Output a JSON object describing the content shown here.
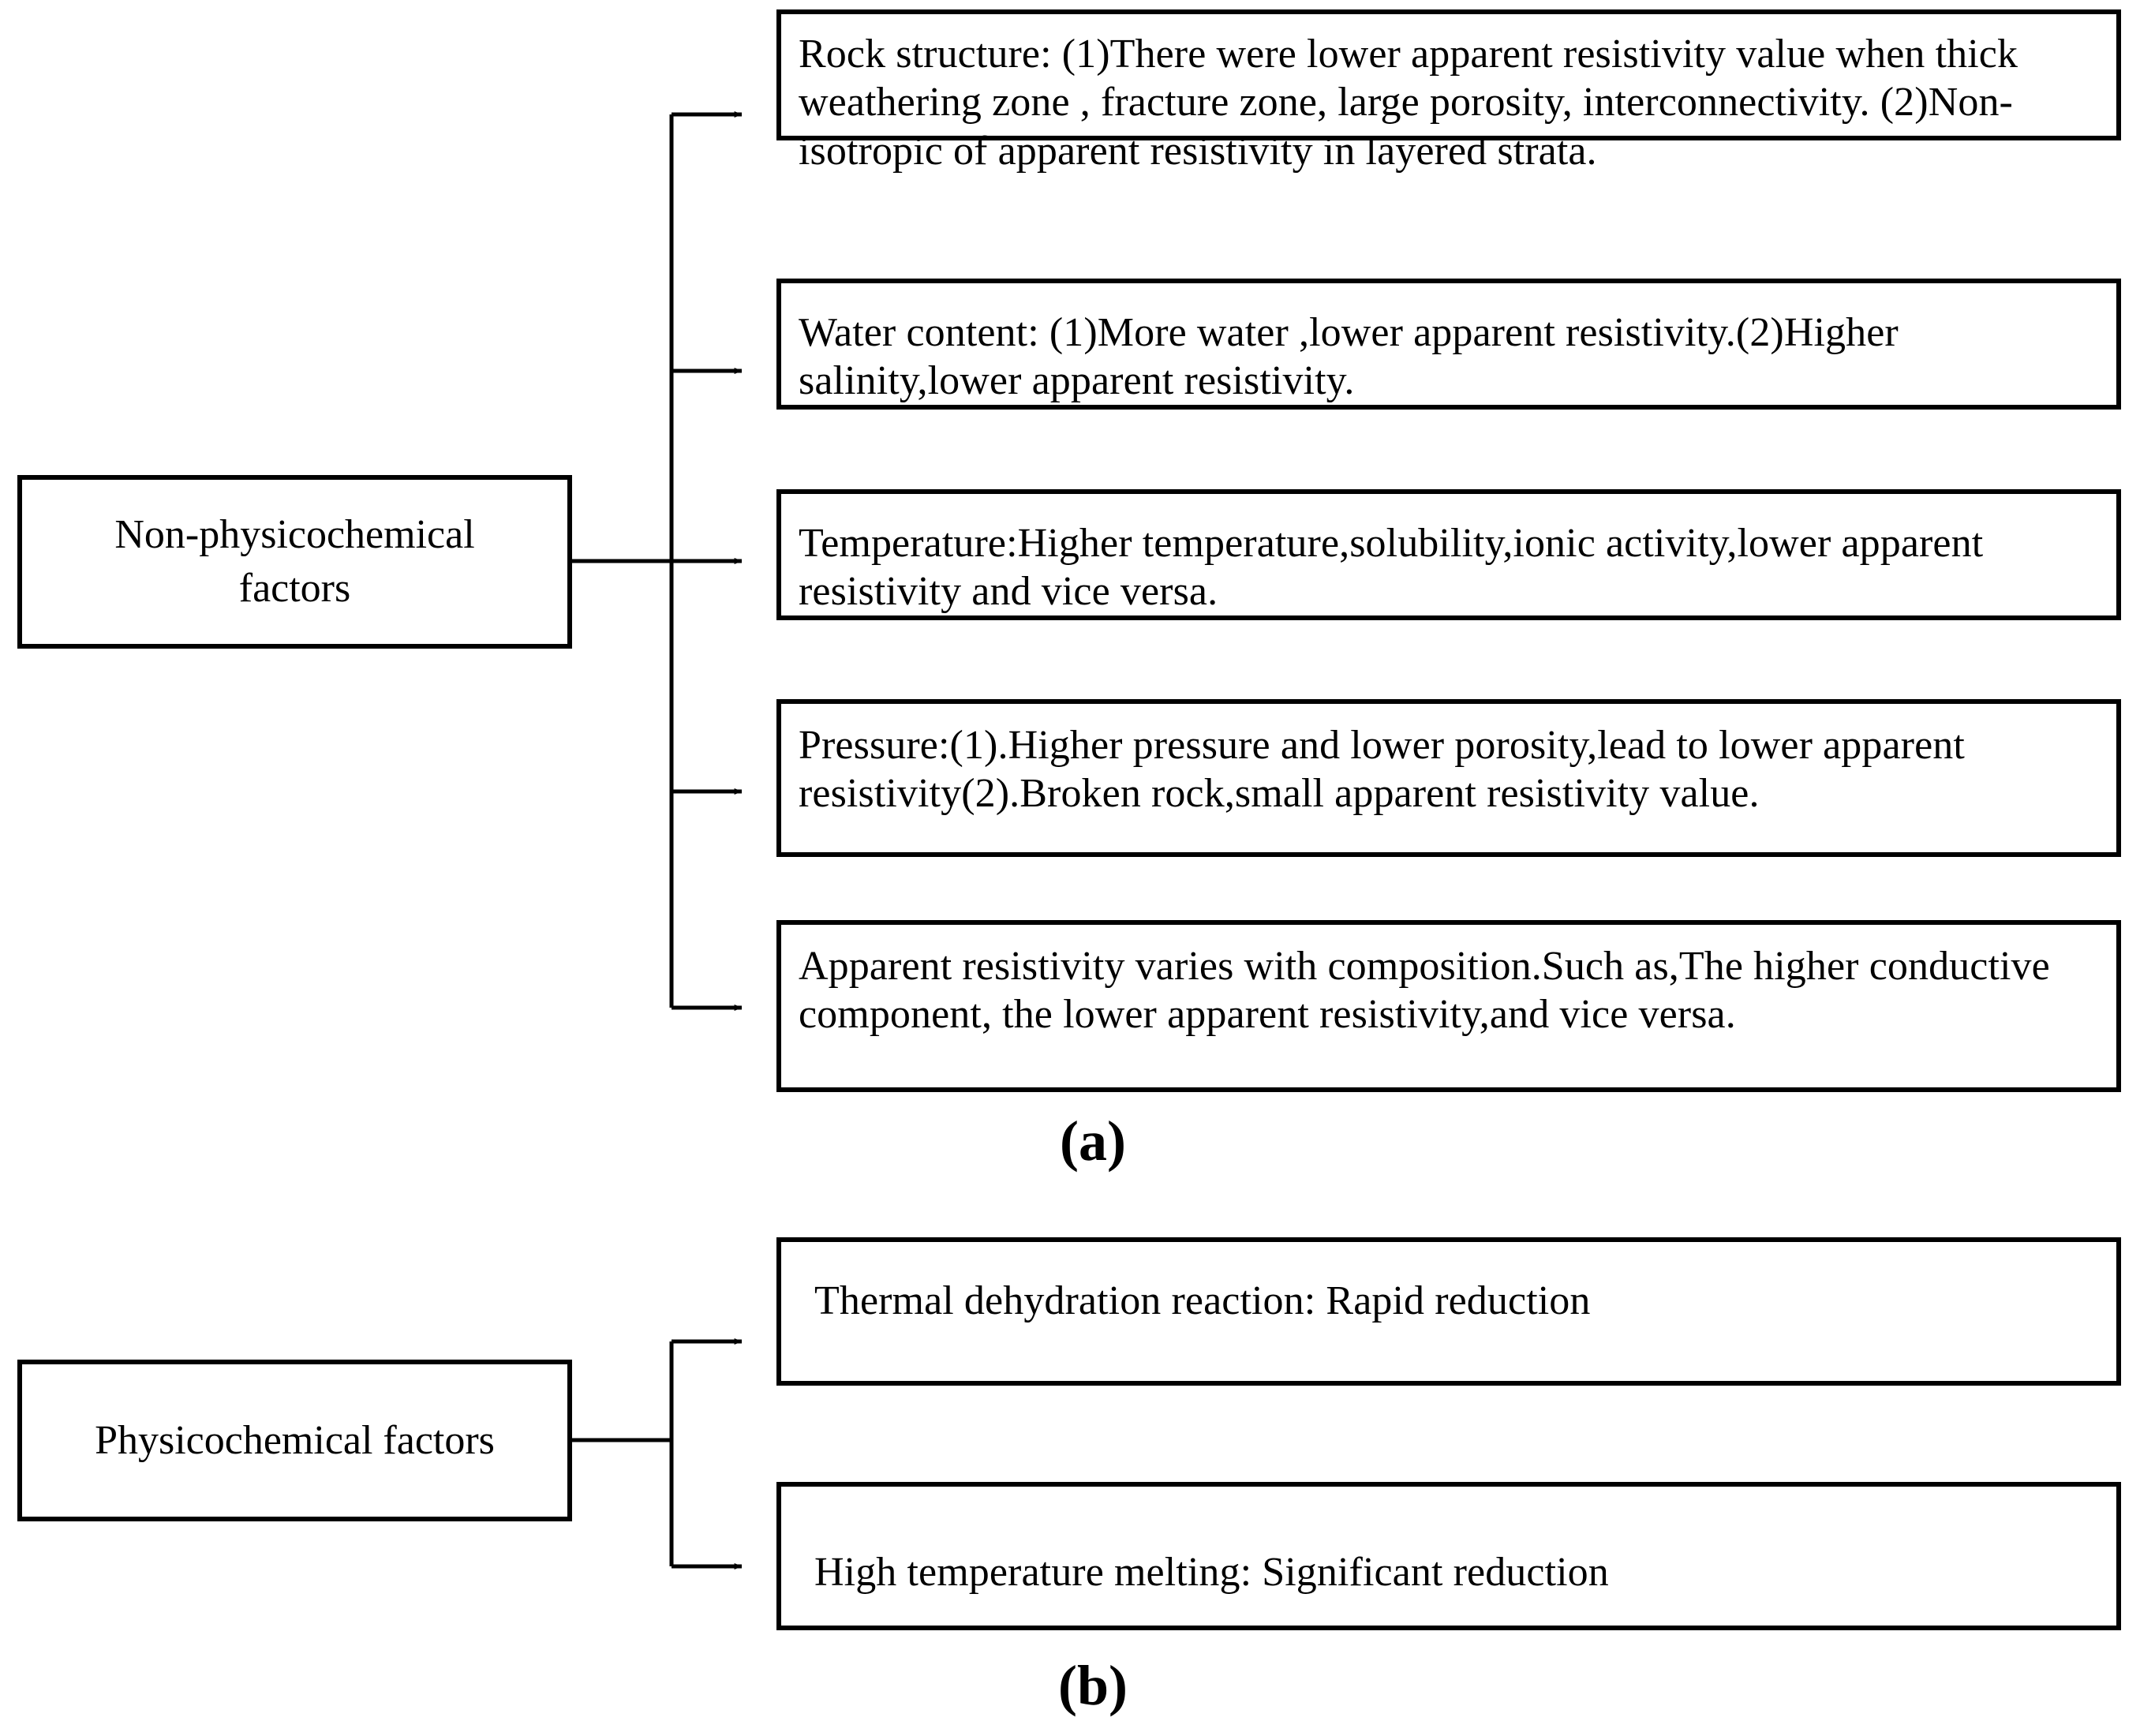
{
  "figure": {
    "panels": [
      {
        "id": "a",
        "caption": "(a)",
        "root": {
          "label": "Non-physicochemical\nfactors",
          "name": "non-physicochemical-factors"
        },
        "branches": [
          {
            "name": "rock-structure",
            "text": "Rock structure: (1)There were lower apparent resistivity value when thick weathering zone , fracture zone, large porosity, interconnectivity. (2)Non-isotropic of apparent resistivity in layered strata."
          },
          {
            "name": "water-content",
            "text": "Water content: (1)More water ,lower apparent resistivity.(2)Higher salinity,lower apparent resistivity."
          },
          {
            "name": "temperature",
            "text": "Temperature:Higher temperature,solubility,ionic activity,lower apparent resistivity and vice versa."
          },
          {
            "name": "pressure",
            "text": "Pressure:(1).Higher pressure and lower porosity,lead to lower apparent resistivity(2).Broken rock,small apparent resistivity value."
          },
          {
            "name": "composition",
            "text": "Apparent resistivity varies with composition.Such as,The higher conductive component, the lower apparent resistivity,and vice versa."
          }
        ]
      },
      {
        "id": "b",
        "caption": "(b)",
        "root": {
          "label": "Physicochemical factors",
          "name": "physicochemical-factors"
        },
        "branches": [
          {
            "name": "thermal-dehydration-reaction",
            "text": "Thermal dehydration reaction: Rapid reduction"
          },
          {
            "name": "high-temperature-melting",
            "text": "High temperature melting: Significant reduction"
          }
        ]
      }
    ],
    "colors": {
      "stroke": "#000000",
      "background": "#ffffff",
      "text": "#000000"
    }
  }
}
